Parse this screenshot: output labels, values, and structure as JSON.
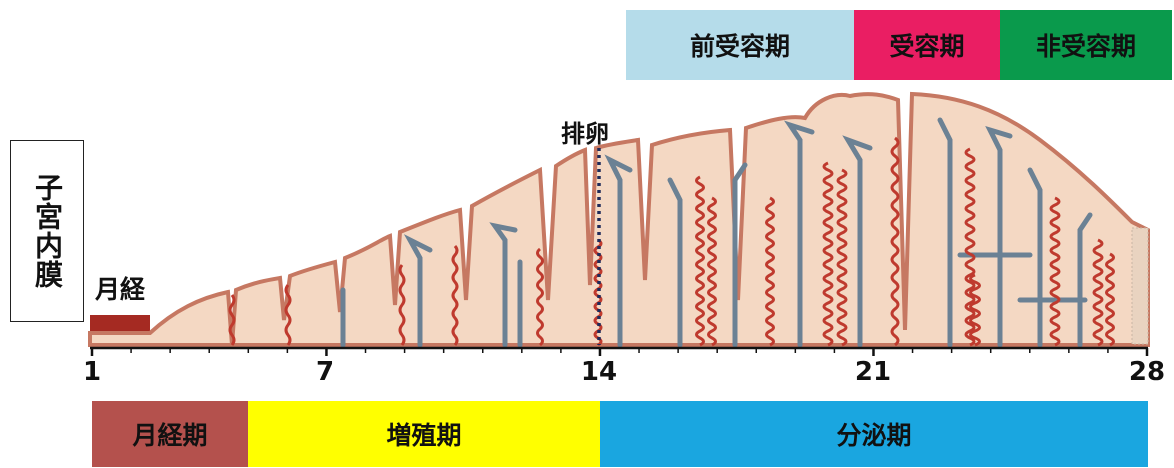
{
  "receptivity_phases": [
    {
      "label": "前受容期",
      "color": "#b5dcea"
    },
    {
      "label": "受容期",
      "color": "#ea1e63"
    },
    {
      "label": "非受容期",
      "color": "#0a9a4c"
    }
  ],
  "cycle_phases": [
    {
      "label": "月経期",
      "color": "#b4514d"
    },
    {
      "label": "増殖期",
      "color": "#ffff00"
    },
    {
      "label": "分泌期",
      "color": "#1aa6e0"
    }
  ],
  "endometrium_label": "子宮内膜",
  "menstruation_label": "月経",
  "ovulation_label": "排卵",
  "day_ticks": [
    "1",
    "7",
    "14",
    "21",
    "28"
  ],
  "colors": {
    "tissue": "#f4d8c3",
    "tissue_edge": "#c67862",
    "artery": "#bf3a2e",
    "gland": "#6b8194",
    "menses": "#a52a22"
  }
}
